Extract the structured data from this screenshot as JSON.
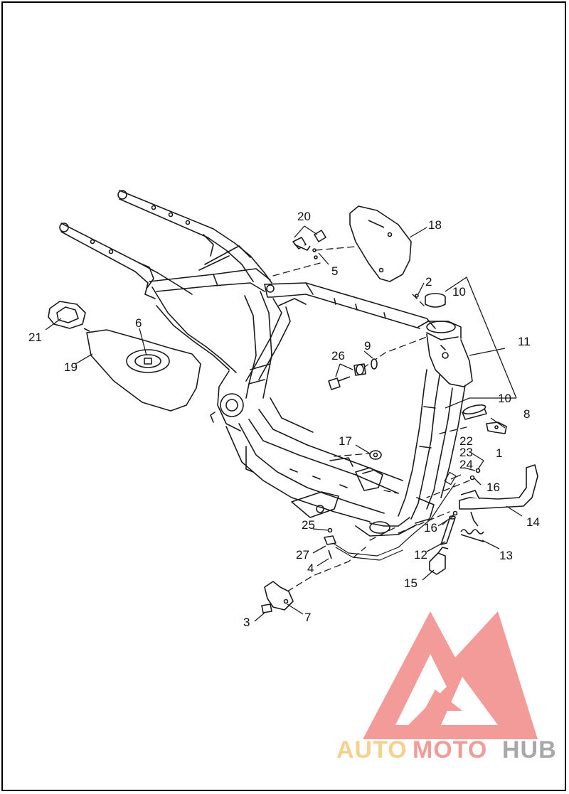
{
  "diagram": {
    "callouts": [
      {
        "id": "c1",
        "text": "1"
      },
      {
        "id": "c2",
        "text": "2"
      },
      {
        "id": "c3",
        "text": "3"
      },
      {
        "id": "c4",
        "text": "4"
      },
      {
        "id": "c5",
        "text": "5"
      },
      {
        "id": "c6",
        "text": "6"
      },
      {
        "id": "c7",
        "text": "7"
      },
      {
        "id": "c8",
        "text": "8"
      },
      {
        "id": "c9",
        "text": "9"
      },
      {
        "id": "c10a",
        "text": "10"
      },
      {
        "id": "c10b",
        "text": "10"
      },
      {
        "id": "c11",
        "text": "11"
      },
      {
        "id": "c12",
        "text": "12"
      },
      {
        "id": "c13",
        "text": "13"
      },
      {
        "id": "c14",
        "text": "14"
      },
      {
        "id": "c15",
        "text": "15"
      },
      {
        "id": "c16a",
        "text": "16"
      },
      {
        "id": "c16b",
        "text": "16"
      },
      {
        "id": "c17",
        "text": "17"
      },
      {
        "id": "c18",
        "text": "18"
      },
      {
        "id": "c19",
        "text": "19"
      },
      {
        "id": "c20",
        "text": "20"
      },
      {
        "id": "c21",
        "text": "21"
      },
      {
        "id": "c22",
        "text": "22"
      },
      {
        "id": "c23",
        "text": "23"
      },
      {
        "id": "c24",
        "text": "24"
      },
      {
        "id": "c25",
        "text": "25"
      },
      {
        "id": "c26",
        "text": "26"
      },
      {
        "id": "c27",
        "text": "27"
      }
    ]
  },
  "watermark": {
    "part1": "AUTO",
    "part2": "MOTO",
    "part3": "HUB",
    "color_light": "#f5c97a",
    "color_red": "#f08a88",
    "color_gray": "#9a9a9a"
  }
}
